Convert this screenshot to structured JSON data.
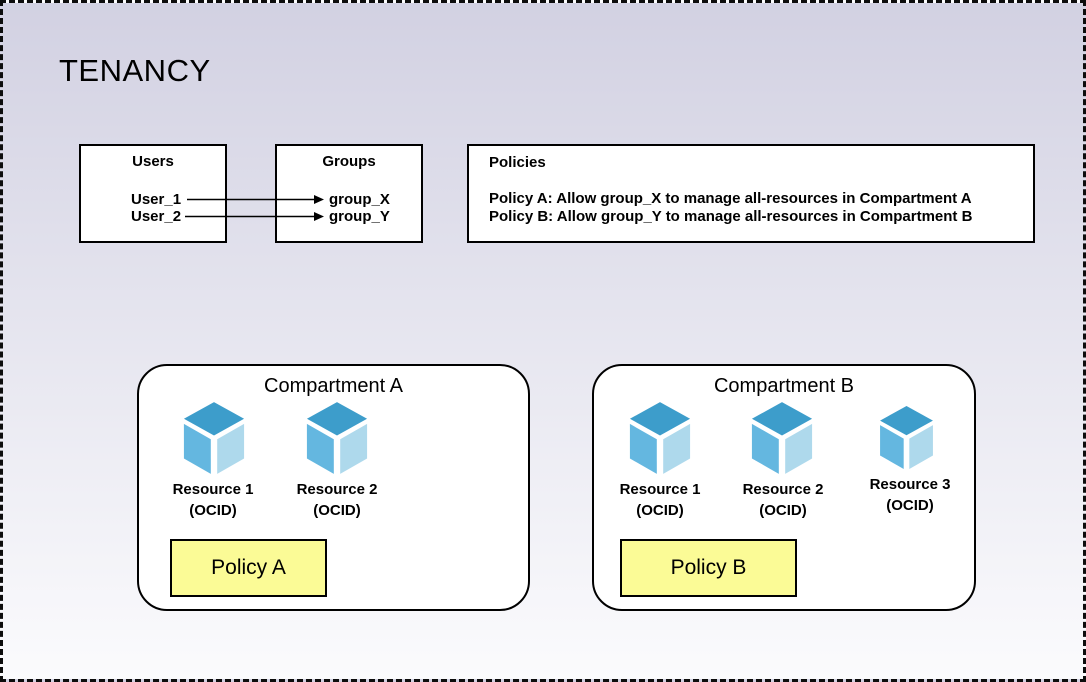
{
  "tenancy": {
    "title": "TENANCY"
  },
  "users_box": {
    "title": "Users",
    "items": [
      {
        "label": "User_1"
      },
      {
        "label": "User_2"
      }
    ]
  },
  "groups_box": {
    "title": "Groups",
    "items": [
      {
        "label": "group_X"
      },
      {
        "label": "group_Y"
      }
    ]
  },
  "mappings": [
    {
      "from": "User_1",
      "to": "group_X"
    },
    {
      "from": "User_2",
      "to": "group_Y"
    }
  ],
  "policies_box": {
    "title": "Policies",
    "rules": [
      "Policy A: Allow group_X to manage all-resources in Compartment A",
      "Policy B: Allow group_Y to manage all-resources in Compartment B"
    ]
  },
  "compartments": [
    {
      "title": "Compartment A",
      "resources": [
        {
          "name": "Resource 1",
          "id": "(OCID)"
        },
        {
          "name": "Resource 2",
          "id": "(OCID)"
        }
      ],
      "policy_label": "Policy A"
    },
    {
      "title": "Compartment B",
      "resources": [
        {
          "name": "Resource 1",
          "id": "(OCID)"
        },
        {
          "name": "Resource 2",
          "id": "(OCID)"
        },
        {
          "name": "Resource 3",
          "id": "(OCID)"
        }
      ],
      "policy_label": "Policy B"
    }
  ],
  "colors": {
    "background_top": "#d2d1e2",
    "background_bottom": "#fbfbfd",
    "box_fill": "#ffffff",
    "box_border": "#000000",
    "policy_fill": "#fbfb96",
    "cube_top": "#3d9dcb",
    "cube_left": "#64b7e0",
    "cube_right": "#aed9ec"
  }
}
